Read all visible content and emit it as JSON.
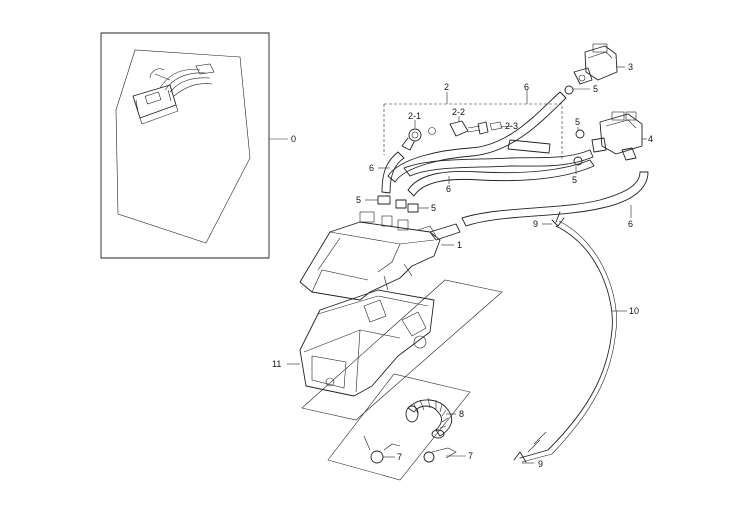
{
  "callouts": {
    "c0": "0",
    "c1": "1",
    "c2": "2",
    "c2_1": "2-1",
    "c2_2": "2-2",
    "c2_3": "2-3",
    "c3": "3",
    "c4": "4",
    "c5a": "5",
    "c5b": "5",
    "c5c": "5",
    "c5d": "5",
    "c5e": "5",
    "c6a": "6",
    "c6b": "6",
    "c6c": "6",
    "c6d": "6",
    "c7a": "7",
    "c7b": "7",
    "c8": "8",
    "c9a": "9",
    "c9b": "9",
    "c10": "10",
    "c11": "11"
  }
}
